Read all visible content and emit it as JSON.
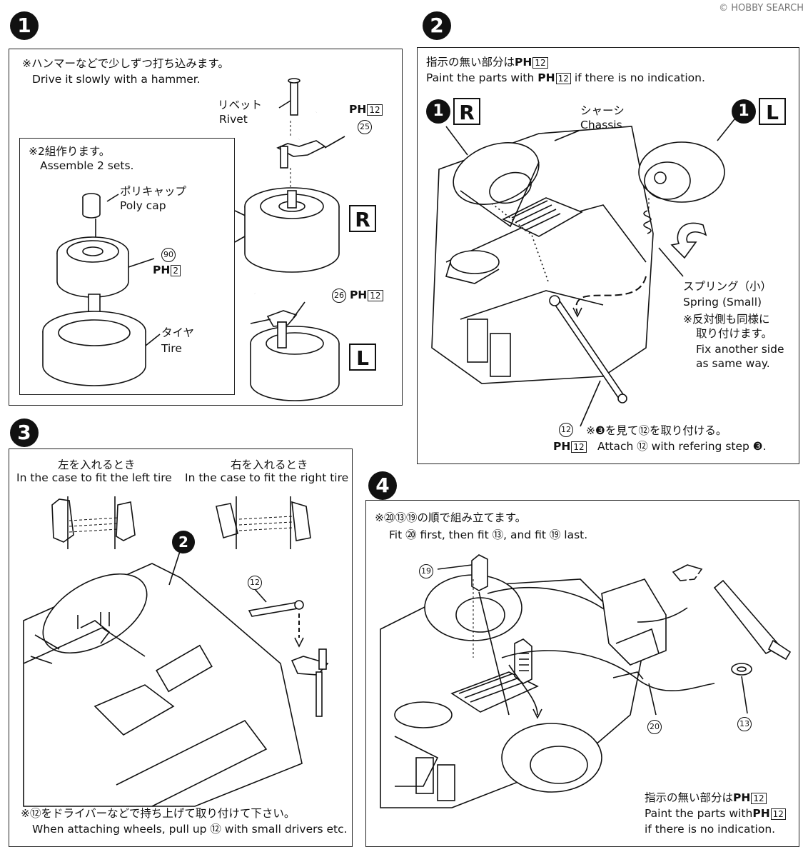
{
  "watermark": "© HOBBY SEARCH",
  "steps": {
    "s1": {
      "number": "1",
      "note_jp": "※ハンマーなどで少しずつ打ち込みます。",
      "note_en": "Drive it slowly with a hammer.",
      "rivet_jp": "リベット",
      "rivet_en": "Rivet",
      "paint_code": "PH",
      "paint_num": "12",
      "part_25": "25",
      "sub_jp": "※2組作ります。",
      "sub_en": "Assemble 2 sets.",
      "polycap_jp": "ポリキャップ",
      "polycap_en": "Poly cap",
      "part_90": "90",
      "paint_num_2": "2",
      "tire_jp": "タイヤ",
      "tire_en": "Tire",
      "label_r": "R",
      "part_26": "26",
      "label_l": "L"
    },
    "s2": {
      "number": "2",
      "paint_note_jp": "指示の無い部分は",
      "paint_note_en_pre": "Paint the parts with",
      "paint_note_en_post": "if there is no indication.",
      "paint_code": "PH",
      "paint_num": "12",
      "ref_step": "1",
      "label_r": "R",
      "label_l": "L",
      "chassis_jp": "シャーシ",
      "chassis_en": "Chassis",
      "spring_jp": "スプリング（小）",
      "spring_en": "Spring (Small)",
      "side_jp_1": "※反対側も同様に",
      "side_jp_2": "取り付けます。",
      "side_en_1": "Fix another side",
      "side_en_2": "as same way.",
      "part_12": "12",
      "attach_jp": "※❸を見て⑫を取り付ける。",
      "attach_en": "Attach ⑫ with refering step ❸."
    },
    "s3": {
      "number": "3",
      "left_jp": "左を入れるとき",
      "left_en": "In the case to fit the left tire",
      "right_jp": "右を入れるとき",
      "right_en": "In the case to fit the right tire",
      "ref_step": "2",
      "part_12": "12",
      "note_jp": "※⑫をドライバーなどで持ち上げて取り付けて下さい。",
      "note_en": "When attaching wheels, pull up ⑫ with small drivers etc."
    },
    "s4": {
      "number": "4",
      "note_jp": "※⑳⑬⑲の順で組み立てます。",
      "note_en": "Fit ⑳ first, then fit ⑬, and fit ⑲ last.",
      "part_19": "19",
      "part_20": "20",
      "part_13": "13",
      "paint_note_jp": "指示の無い部分は",
      "paint_note_en": "Paint the parts with",
      "paint_note_en_2": "if there is no indication.",
      "paint_code": "PH",
      "paint_num": "12"
    }
  }
}
